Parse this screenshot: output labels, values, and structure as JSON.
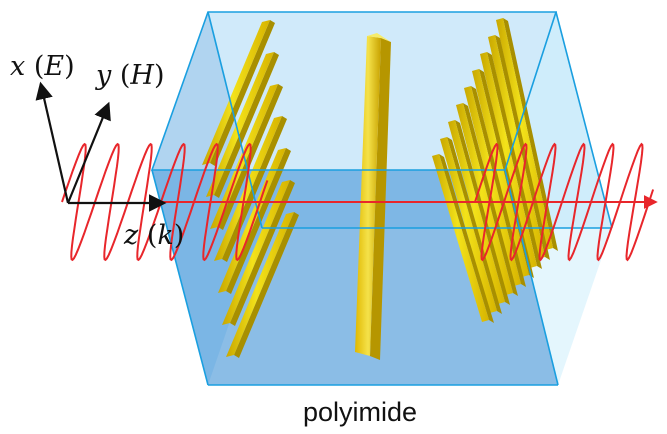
{
  "axes": {
    "x": {
      "symbol": "x",
      "field": "E"
    },
    "y": {
      "symbol": "y",
      "field": "H"
    },
    "z": {
      "symbol": "z",
      "field": "k"
    }
  },
  "material_label": "polyimide",
  "left_grating_strip_count": 7,
  "center_strip_count": 1,
  "right_grating_strip_count": 9,
  "colors": {
    "substrate_front": "#7fb6e6",
    "substrate_top": "#a9d8f5",
    "substrate_side": "#bfe6fa",
    "edge": "#1a9fe0",
    "strip_face": "#e8d400",
    "strip_side": "#b8a100",
    "wave": "#e8262b",
    "axis": "#111111"
  }
}
